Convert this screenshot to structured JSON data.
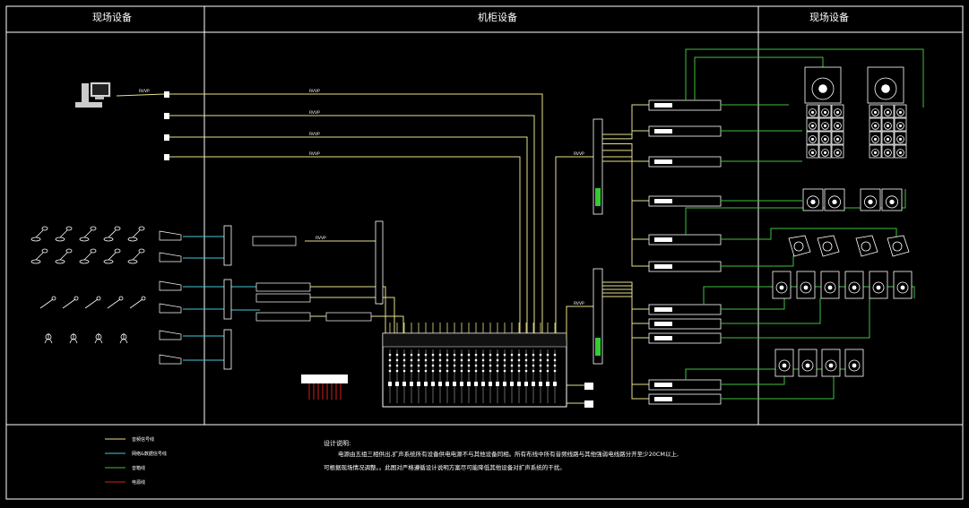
{
  "headers": {
    "left": "现场设备",
    "center": "机柜设备",
    "right": "现场设备"
  },
  "cable_label": "RVVP",
  "legend": [
    {
      "label": "音频信号线",
      "color": "#e6e08a"
    },
    {
      "label": "网络&数据信号线",
      "color": "#46c8d8"
    },
    {
      "label": "音箱线",
      "color": "#40c040"
    },
    {
      "label": "电源线",
      "color": "#d02020"
    }
  ],
  "notes": {
    "title": "设计说明:",
    "body": "电源由五组三相供出,扩声系统所有设备供电电源不与其他设备同相。所有布线中所有音频线路与其他强弱电线路分开至少20CM以上,可根据现场情况调整。。此图对严格遵循设计说明方案尽可能降低其他设备对扩声系统的干扰。"
  },
  "colors": {
    "audio": "#e6e08a",
    "network": "#46c8d8",
    "speaker": "#40c040",
    "power": "#d02020",
    "frame": "#ffffff"
  }
}
